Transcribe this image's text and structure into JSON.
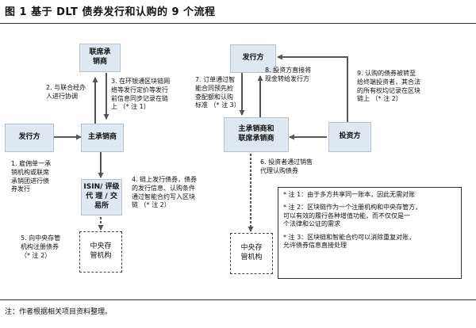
{
  "title": "图 1  基于 DLT 债券发行和认购的 9 个流程",
  "boxes": {
    "syndicate": [
      "联席承",
      "销商"
    ],
    "issuer_left": [
      "发行方"
    ],
    "lead_underwriter": [
      "主承销商"
    ],
    "isin_agent": [
      "ISIN/ 评级",
      "代 理 / 交",
      "易所"
    ],
    "csd_left": [
      "中央存",
      "管机构"
    ],
    "issuer_right": [
      "发行方"
    ],
    "lead_and_co_underwriters": [
      "主承销商和",
      "联席承销商"
    ],
    "investor": [
      "投资方"
    ],
    "csd_right": [
      "中央存",
      "管机构"
    ]
  },
  "steps": {
    "s1": [
      "1. 雇佣单一承",
      "销机构或联席",
      "承销团进行债",
      "券发行"
    ],
    "s2": [
      "2. 与联合经办",
      "人进行协调"
    ],
    "s3": [
      "3. 在环银通区块链网",
      "络等发行定价等发行",
      "前信息同步记录在链",
      "上 （* 注 1）"
    ],
    "s4": [
      "4. 链上发行债券，债券",
      "的发行信息、认购条件",
      "通过智能合约写入区块",
      "链 （* 注 2）"
    ],
    "s5": [
      "5. 向中央存管",
      "机构注册债券",
      "（* 注 2）"
    ],
    "s6": [
      "6. 投资者通过销售",
      "代理认购债券"
    ],
    "s7": [
      "7. 订单通过智",
      "能合同预先检",
      "查配额和认购",
      "标准 （* 注 3）"
    ],
    "s8": [
      "8. 投资方直接将",
      "现金转给发行方"
    ],
    "s9": [
      "9. 认购的债券被转至",
      "给终端投资者，其合法",
      "的所有权均记录在区块",
      "链上 （* 注 2）"
    ]
  },
  "legend": {
    "n1": [
      "* 注 1：由于多方共享同一账本，因此无需对账"
    ],
    "n2": [
      "* 注 2：区块链作为一个注册机构和中央存管方，",
      "可以有效的履行各种增值功能，而不仅仅是一",
      "个法律和公证的需求"
    ],
    "n3": [
      "* 注 3：区块链和智能合约可以消除重复对账，",
      "允许债券信息直接处理"
    ]
  },
  "footnote": "注：作者根据相关项目资料整理。",
  "colors": {
    "box_fill": "#dfe7f0",
    "arrow": "#555555"
  }
}
